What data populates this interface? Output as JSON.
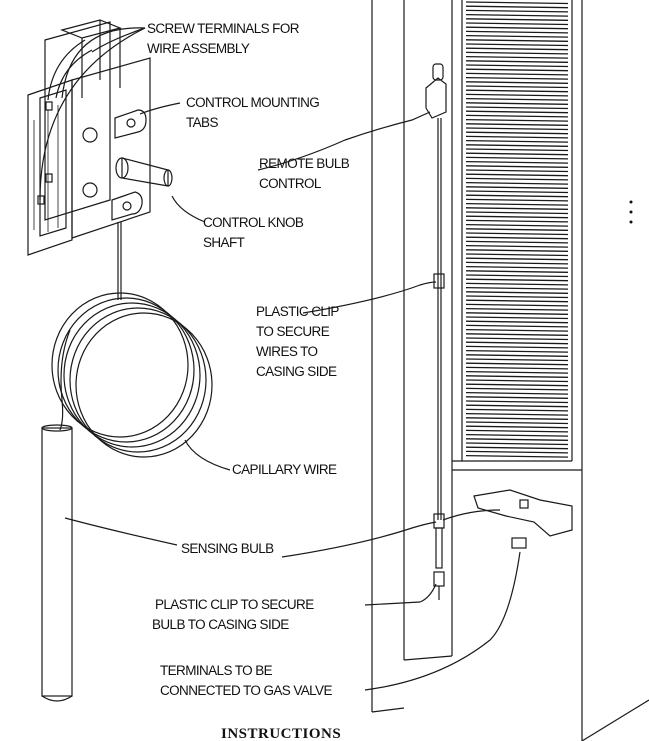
{
  "labels": {
    "screw_terminals": [
      "SCREW TERMINALS FOR",
      "WIRE ASSEMBLY"
    ],
    "mounting_tabs": [
      "CONTROL MOUNTING",
      "TABS"
    ],
    "remote_bulb": [
      "REMOTE BULB",
      "CONTROL"
    ],
    "knob_shaft": [
      "CONTROL KNOB",
      "SHAFT"
    ],
    "plastic_clip_wires": [
      "PLASTIC CLIP",
      "TO SECURE",
      "WIRES TO",
      "CASING SIDE"
    ],
    "capillary_wire": [
      "CAPILLARY WIRE"
    ],
    "sensing_bulb": [
      "SENSING BULB"
    ],
    "plastic_clip_bulb": [
      "PLASTIC CLIP TO SECURE",
      "BULB TO CASING SIDE"
    ],
    "gas_valve_terminals": [
      "TERMINALS TO BE",
      "CONNECTED TO GAS VALVE"
    ]
  },
  "footer": {
    "title": "INSTRUCTIONS"
  }
}
